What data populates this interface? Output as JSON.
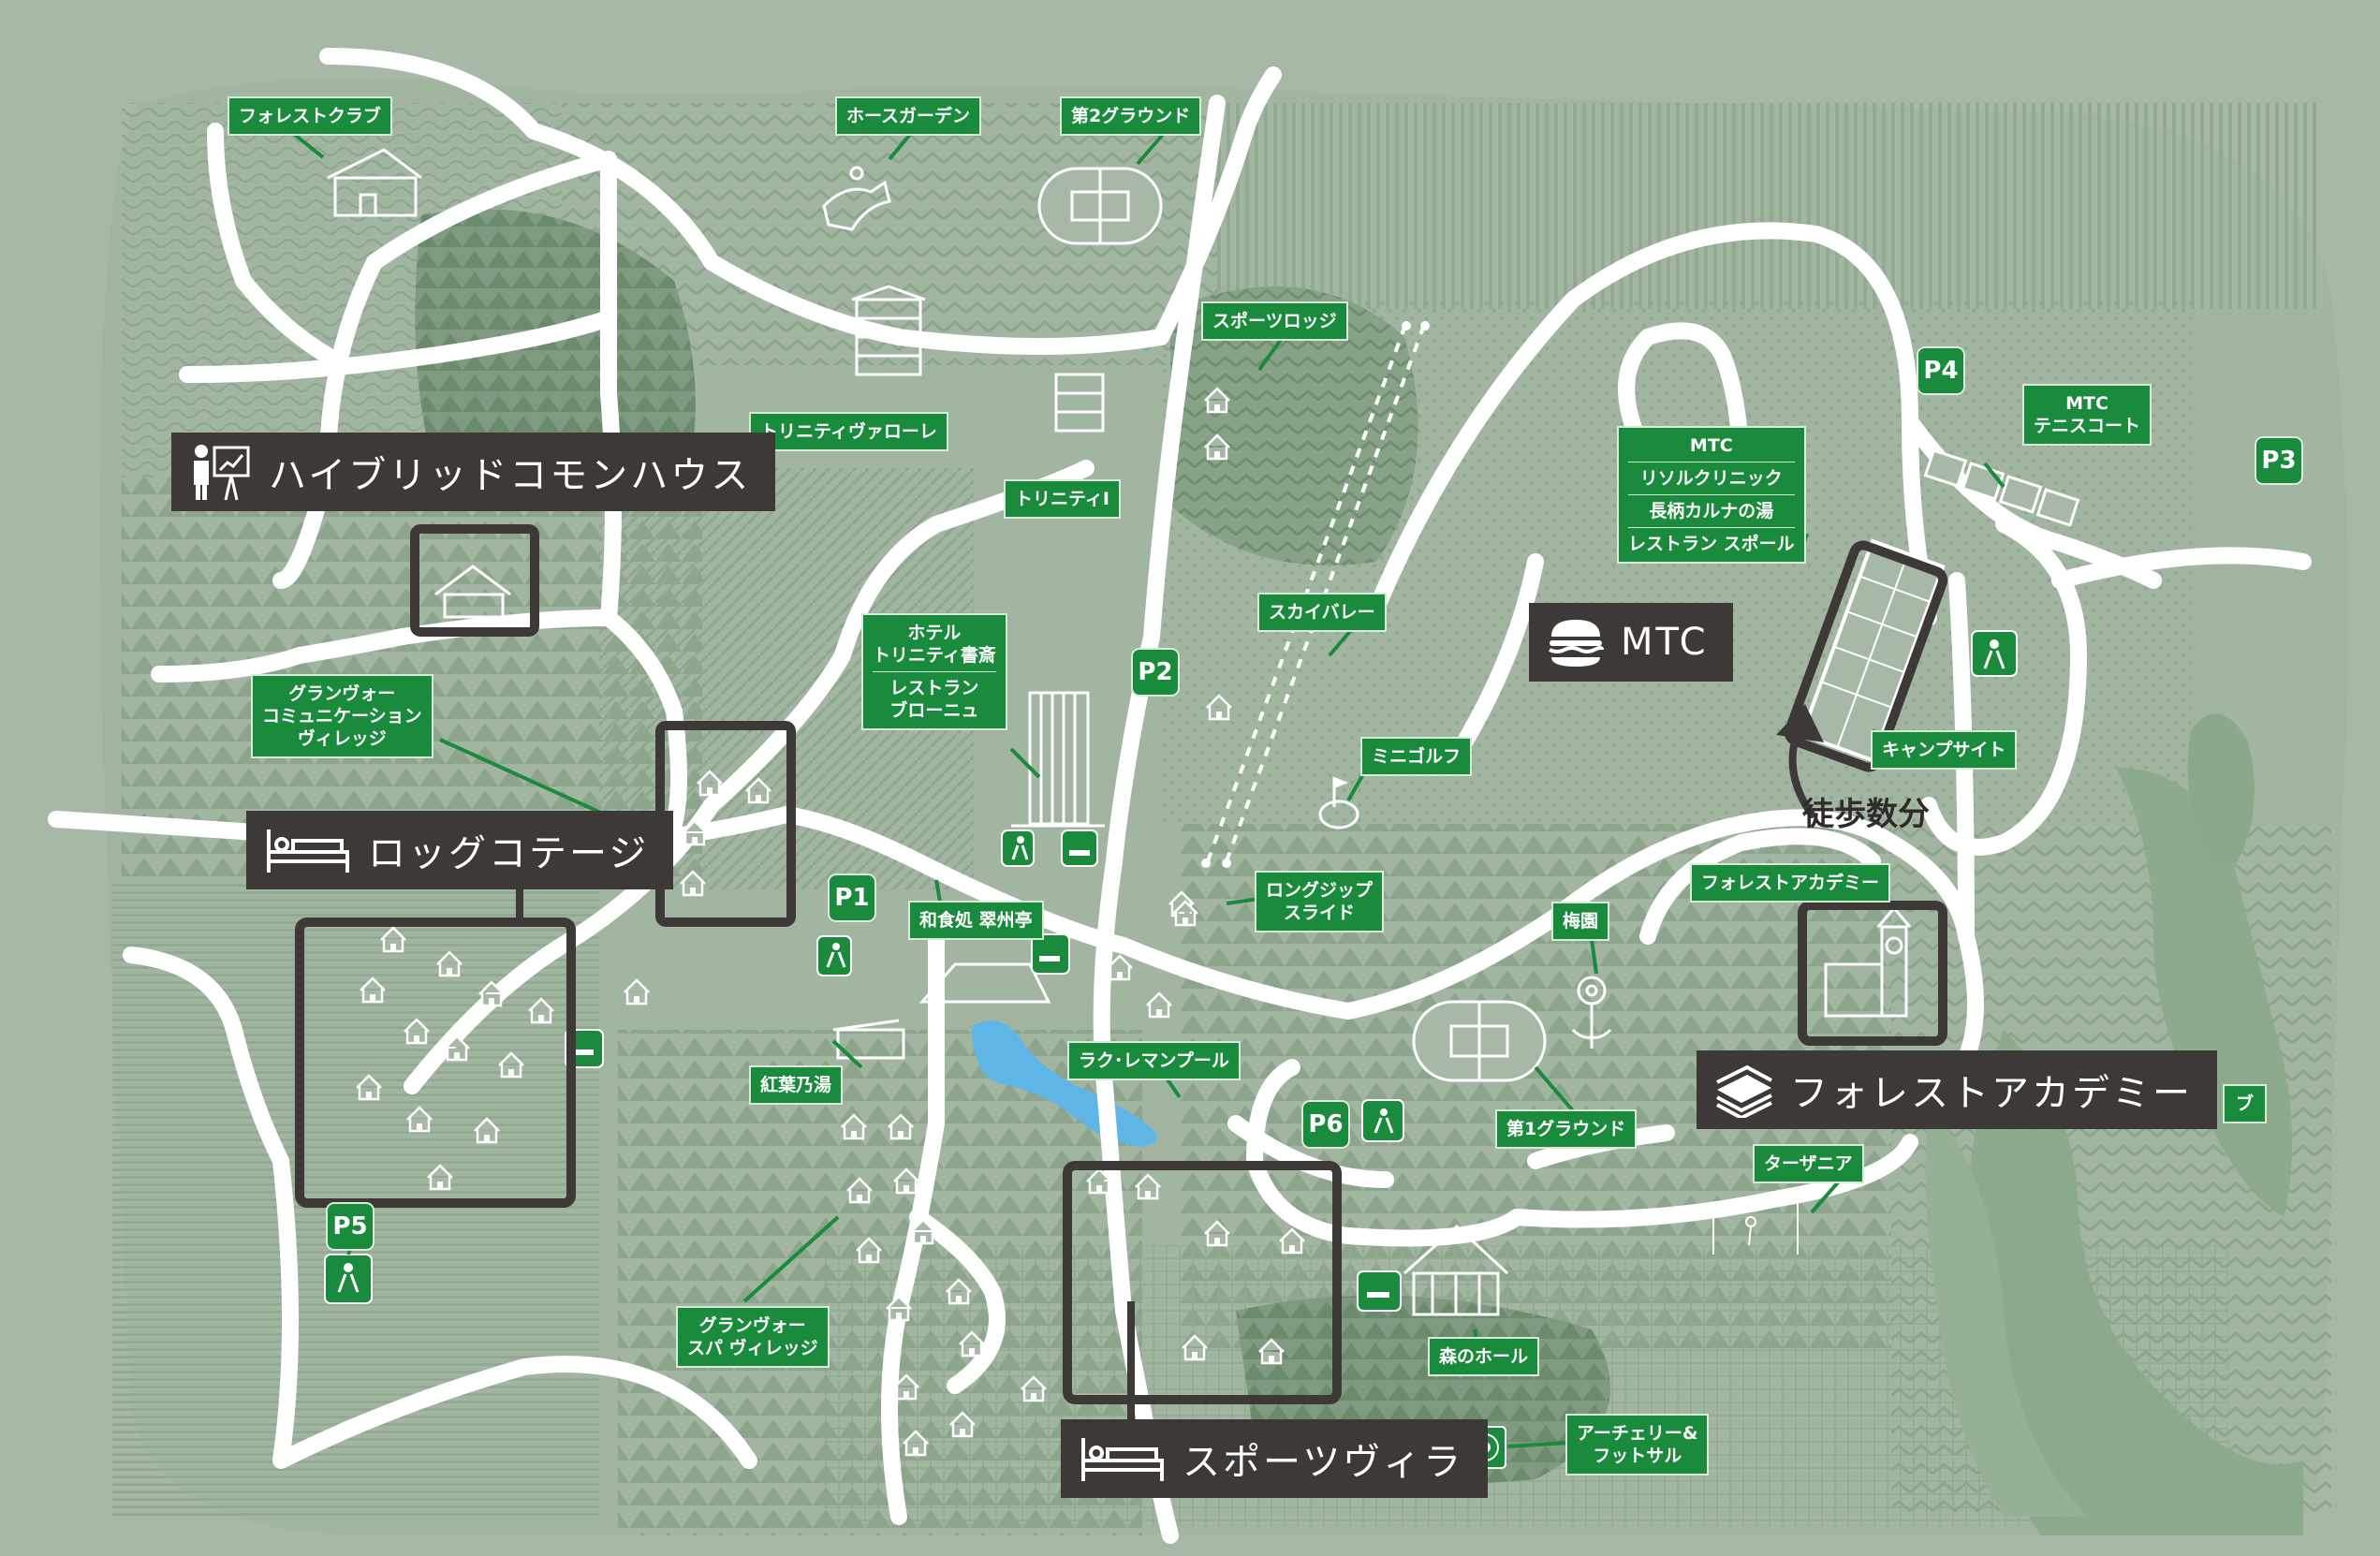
{
  "colors": {
    "background": "#a7b9a6",
    "road": "#ffffff",
    "label_green": "#1a8a3c",
    "label_dark": "#3d3937",
    "pond": "#5fb6e6",
    "dark_region": "#86a185"
  },
  "labels": {
    "forest_club": "フォレストクラブ",
    "horse_garden": "ホースガーデン",
    "ground_2": "第2グラウンド",
    "sports_lodge": "スポーツロッジ",
    "trinity_valore": "トリニティヴァローレ",
    "trinity_1": "トリニティI",
    "sky_valley": "スカイバレー",
    "hotel": [
      "ホテル",
      "トリニティ書斎"
    ],
    "restaurant_browny": [
      "レストラン",
      "ブローニュ"
    ],
    "mini_golf": "ミニゴルフ",
    "grand_vaux_village": [
      "グランヴォー",
      "コミュニケーション",
      "ヴィレッジ"
    ],
    "long_zip": [
      "ロングジップ",
      "スライド"
    ],
    "washoku": "和食処 翠州亭",
    "momiji": "紅葉乃湯",
    "lac_leman": "ラク･レマンプール",
    "grand_vaux_spa": [
      "グランヴォー",
      "スパ ヴィレッジ"
    ],
    "mtc_block": [
      "MTC",
      "リソルクリニック",
      "長柄カルナの湯",
      "レストラン スポール"
    ],
    "mtc_tennis": [
      "MTC",
      "テニスコート"
    ],
    "camp_site": "キャンプサイト",
    "forest_academy_small": "フォレストアカデミー",
    "ume": "梅園",
    "ground_1": "第1グラウンド",
    "tarzania": "ターザニア",
    "mori_hall": "森のホール",
    "archery": [
      "アーチェリー&",
      "フットサル"
    ],
    "club_partial": "ブ"
  },
  "featured": {
    "hybrid": "ハイブリッドコモンハウス",
    "log_cottage": "ロッグコテージ",
    "mtc": "MTC",
    "forest_academy": "フォレストアカデミー",
    "sports_villa": "スポーツヴィラ"
  },
  "parking": [
    "P1",
    "P2",
    "P3",
    "P4",
    "P5",
    "P6"
  ],
  "walk_note": "徒歩数分",
  "icons": [
    "presentation-icon",
    "bed-icon",
    "burger-icon",
    "books-icon",
    "house-icon",
    "pitch-icon",
    "toilet-icon",
    "smoking-icon",
    "hotel-icon",
    "horse-rider-icon",
    "tennis-court-icon",
    "target-icon",
    "zipline-icon",
    "flower-icon",
    "clock-tower-icon"
  ]
}
